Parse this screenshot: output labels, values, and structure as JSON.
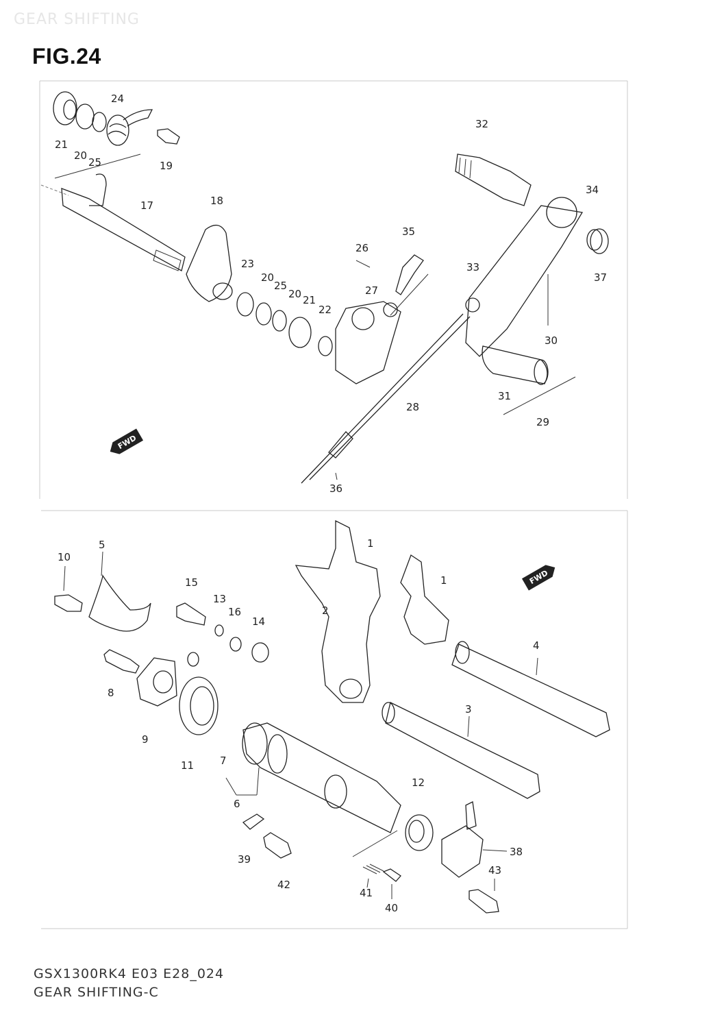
{
  "page": {
    "header_watermark": "GEAR SHIFTING",
    "figure_title": "FIG.24",
    "footer_code": "GSX1300RK4 E03 E28_024",
    "footer_name": "GEAR SHIFTING-C"
  },
  "fwd_badge": "FWD",
  "callouts_top": [
    "24",
    "21",
    "20",
    "25",
    "19",
    "17",
    "18",
    "32",
    "34",
    "37",
    "35",
    "26",
    "27",
    "33",
    "23",
    "20",
    "25",
    "20",
    "21",
    "22",
    "30",
    "28",
    "31",
    "29",
    "36"
  ],
  "callouts_bottom": [
    "5",
    "10",
    "1",
    "1",
    "15",
    "13",
    "16",
    "14",
    "2",
    "4",
    "8",
    "9",
    "11",
    "7",
    "3",
    "6",
    "12",
    "38",
    "39",
    "42",
    "43",
    "41",
    "40"
  ]
}
